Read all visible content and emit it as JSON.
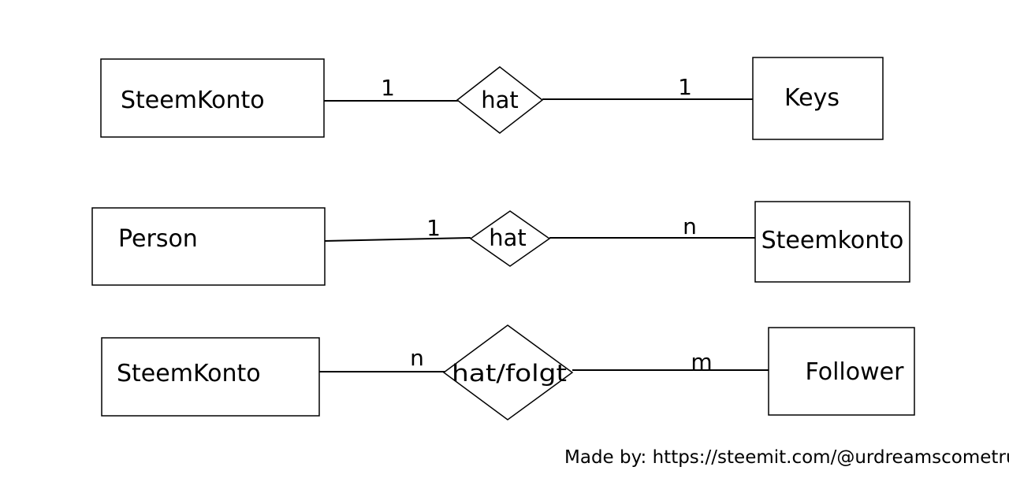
{
  "rows": [
    {
      "left_entity": "SteemKonto",
      "relationship": "hat",
      "right_entity": "Keys",
      "left_cardinality": "1",
      "right_cardinality": "1"
    },
    {
      "left_entity": "Person",
      "relationship": "hat",
      "right_entity": "Steemkonto",
      "left_cardinality": "1",
      "right_cardinality": "n"
    },
    {
      "left_entity": "SteemKonto",
      "relationship": "hat/folgt",
      "right_entity": "Follower",
      "left_cardinality": "n",
      "right_cardinality": "m"
    }
  ],
  "credit": "Made by: https://steemit.com/@urdreamscometrue"
}
